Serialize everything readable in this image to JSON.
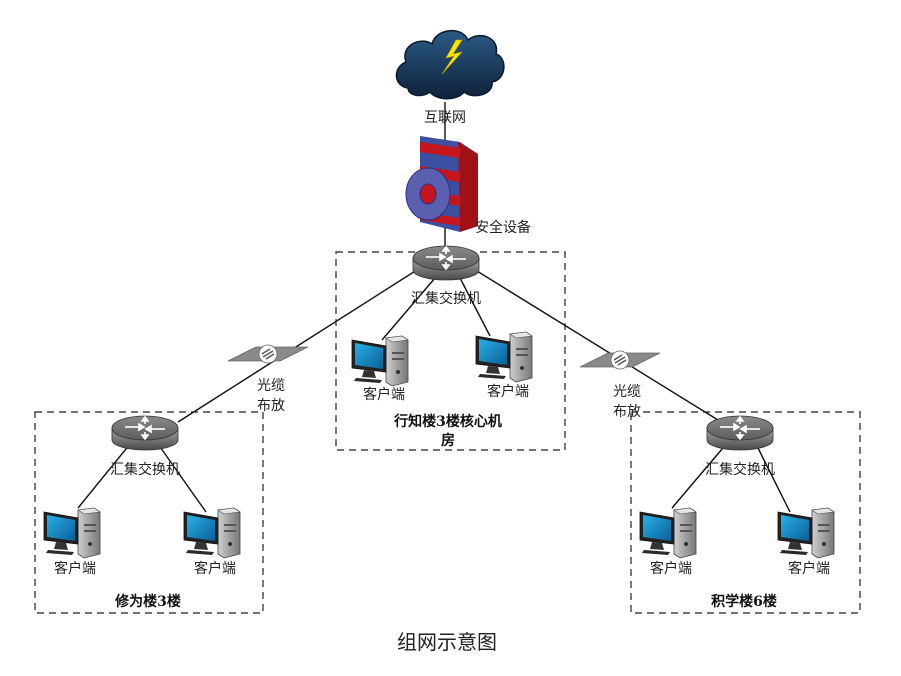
{
  "labels": {
    "internet": "互联网",
    "security": "安全设备",
    "switch_core": "汇集交换机",
    "switch_left": "汇集交换机",
    "switch_right": "汇集交换机",
    "client_core_1": "客户端",
    "client_core_2": "客户端",
    "client_left_1": "客户端",
    "client_left_2": "客户端",
    "client_right_1": "客户端",
    "client_right_2": "客户端",
    "fiber_left_1": "光缆",
    "fiber_left_2": "布放",
    "fiber_right_1": "光缆",
    "fiber_right_2": "布放",
    "zone_core_1": "行知楼3楼核心机",
    "zone_core_2": "房",
    "zone_left": "修为楼3楼",
    "zone_right": "积学楼6楼",
    "caption": "组网示意图"
  },
  "colors": {
    "cloud": "#1d3b5c",
    "monitor": "#1a90c8",
    "firewall_red": "#c4161c",
    "firewall_blue": "#3d4fa0"
  }
}
